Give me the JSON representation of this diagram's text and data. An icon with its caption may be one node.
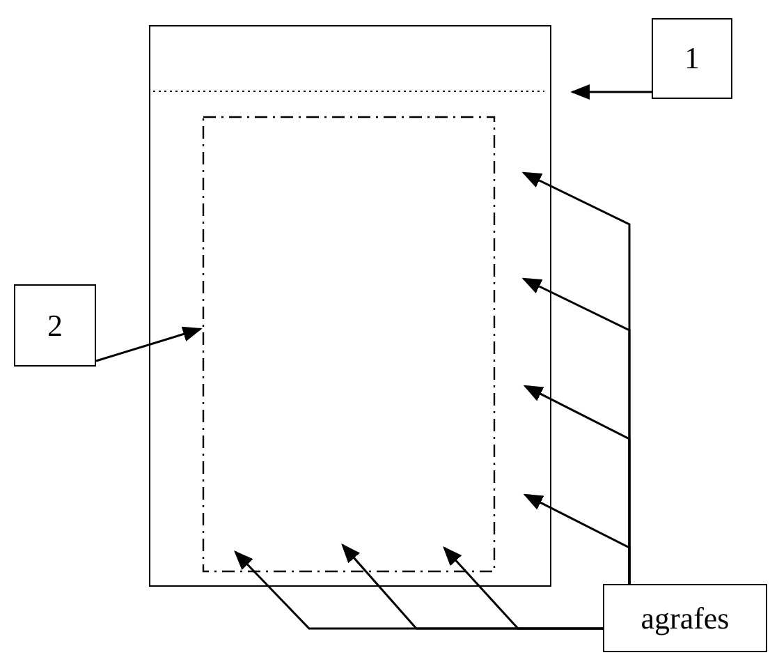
{
  "diagram": {
    "nodes": [
      {
        "text": [],
        "shape": "box"
      },
      {
        "text": [],
        "shape": "box",
        "in": 0
      },
      {
        "text": [
          "1"
        ]
      },
      {
        "text": [
          "2"
        ]
      },
      {
        "text": [
          "agrafes"
        ]
      }
    ],
    "edges": [
      {
        "from": 2,
        "to": 0,
        "arrow": "to"
      },
      {
        "from": 3,
        "to": 1,
        "arrow": "to"
      },
      {
        "from": 4,
        "to": 0,
        "arrow": "to"
      },
      {
        "from": 4,
        "to": 0,
        "arrow": "to"
      },
      {
        "from": 4,
        "to": 0,
        "arrow": "to"
      },
      {
        "from": 4,
        "to": 0,
        "arrow": "to"
      },
      {
        "from": 4,
        "to": 1,
        "arrow": "to"
      },
      {
        "from": 4,
        "to": 1,
        "arrow": "to"
      },
      {
        "from": 4,
        "to": 1,
        "arrow": "to"
      }
    ]
  }
}
